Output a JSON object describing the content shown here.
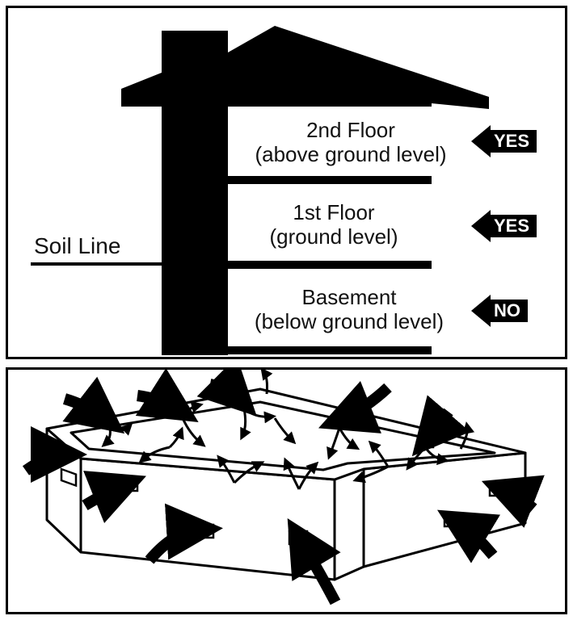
{
  "radon_diagram": {
    "soil_line": "Soil Line",
    "floors": [
      {
        "name": "2nd Floor",
        "level": "(above ground level)",
        "answer": "YES"
      },
      {
        "name": "1st Floor",
        "level": "(ground level)",
        "answer": "YES"
      },
      {
        "name": "Basement",
        "level": "(below ground level)",
        "answer": "NO"
      }
    ]
  },
  "foundation_illustration": {
    "icon": "foundation-air-flow-arrows-icon"
  }
}
